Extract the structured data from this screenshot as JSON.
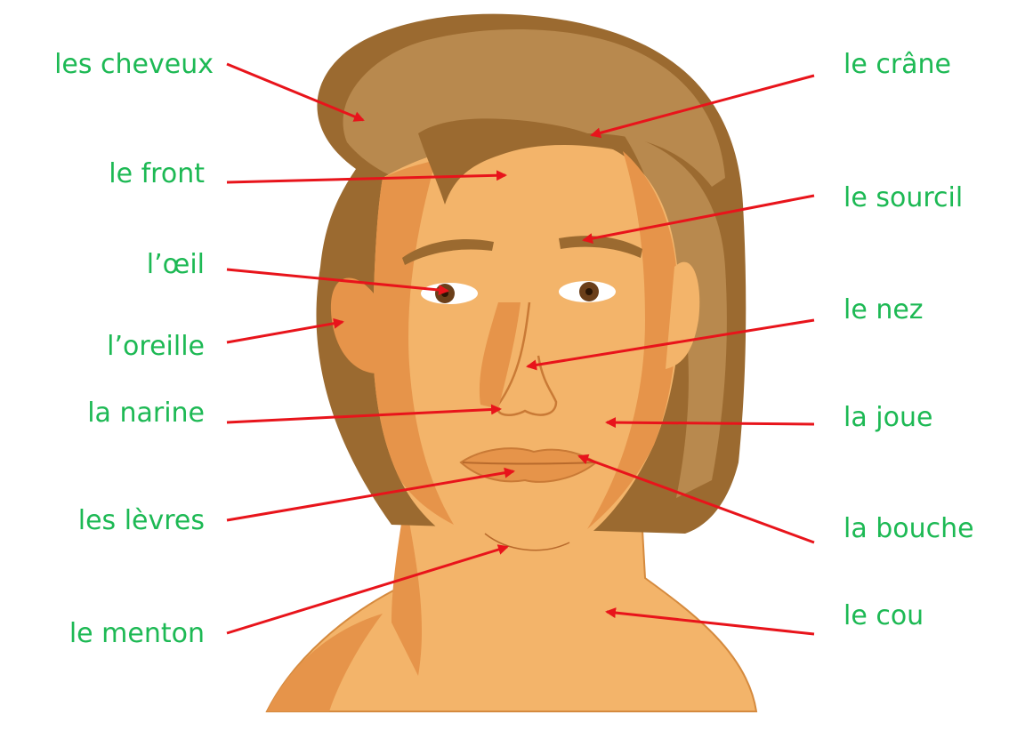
{
  "colors": {
    "label": "#1db954",
    "arrow": "#e8141b",
    "hair_dark": "#9b6a30",
    "hair_light": "#b8894e",
    "skin": "#f3b46a",
    "skin_shadow": "#e6944a",
    "eyes": "#6b3f1a"
  },
  "labels": {
    "cheveux": "les cheveux",
    "front": "le front",
    "oeil": "l’œil",
    "oreille": "l’oreille",
    "narine": "la narine",
    "levres": "les lèvres",
    "menton": "le menton",
    "crane": "le crâne",
    "sourcil": "le sourcil",
    "nez": "le nez",
    "joue": "la joue",
    "bouche": "la bouche",
    "cou": "le cou"
  }
}
